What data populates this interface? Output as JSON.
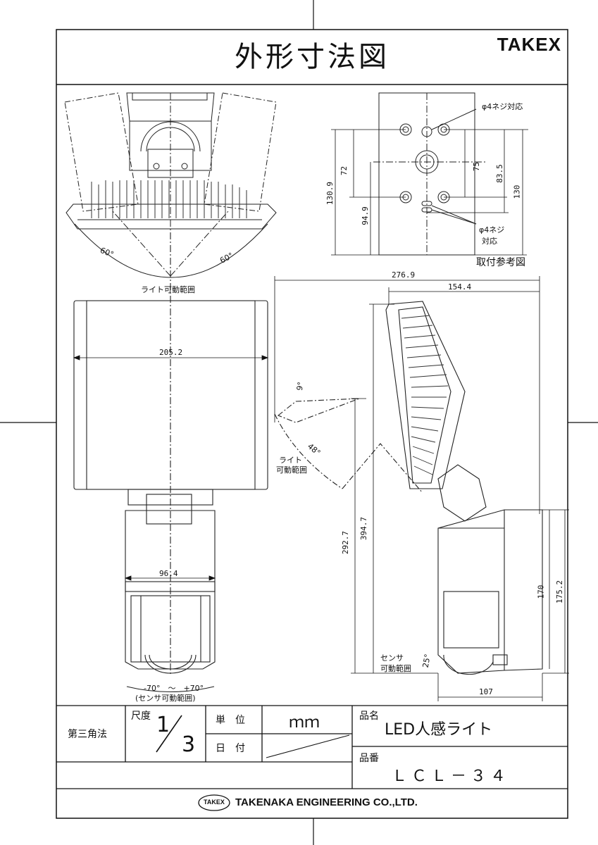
{
  "header": {
    "title": "外形寸法図",
    "brand": "TAKEX"
  },
  "front_view": {
    "angle_left": "60°",
    "angle_right": "60°",
    "light_range": "ライト可動範囲",
    "width": "205.2",
    "sensor_width": "96.4",
    "sensor_range_angles": "-70°　～　+70°",
    "sensor_range_label": "(センサ可動範囲)"
  },
  "mounting": {
    "screw_top": "φ4ネジ対応",
    "screw_bottom_1": "φ4ネジ",
    "screw_bottom_2": "対応",
    "caption": "取付参考図",
    "dims": {
      "d130_9": "130.9",
      "d72": "72",
      "d94_9": "94.9",
      "d75": "75",
      "d83_5": "83.5",
      "d130": "130"
    }
  },
  "side_view": {
    "overall_width": "276.9",
    "head_width": "154.4",
    "tilt_small": "9°",
    "tilt_range": "48°",
    "light_range_1": "ライト",
    "light_range_2": "可動範囲",
    "height_total": "394.7",
    "height_lower": "292.7",
    "body_h1": "170",
    "body_h2": "175.2",
    "sensor_range_1": "センサ",
    "sensor_range_2": "可動範囲",
    "sensor_angle": "25°",
    "depth": "107"
  },
  "title_block": {
    "projection": "第三角法",
    "scale_label": "尺度",
    "scale_num": "1",
    "scale_den": "3",
    "unit_label": "単　位",
    "unit_value": "ｍｍ",
    "date_label": "日　付",
    "product_name_label": "品名",
    "product_name": "LED人感ライト",
    "product_no_label": "品番",
    "product_no": "ＬＣＬ－３４",
    "company_logo": "TAKEX",
    "company": "TAKENAKA ENGINEERING CO.,LTD."
  }
}
